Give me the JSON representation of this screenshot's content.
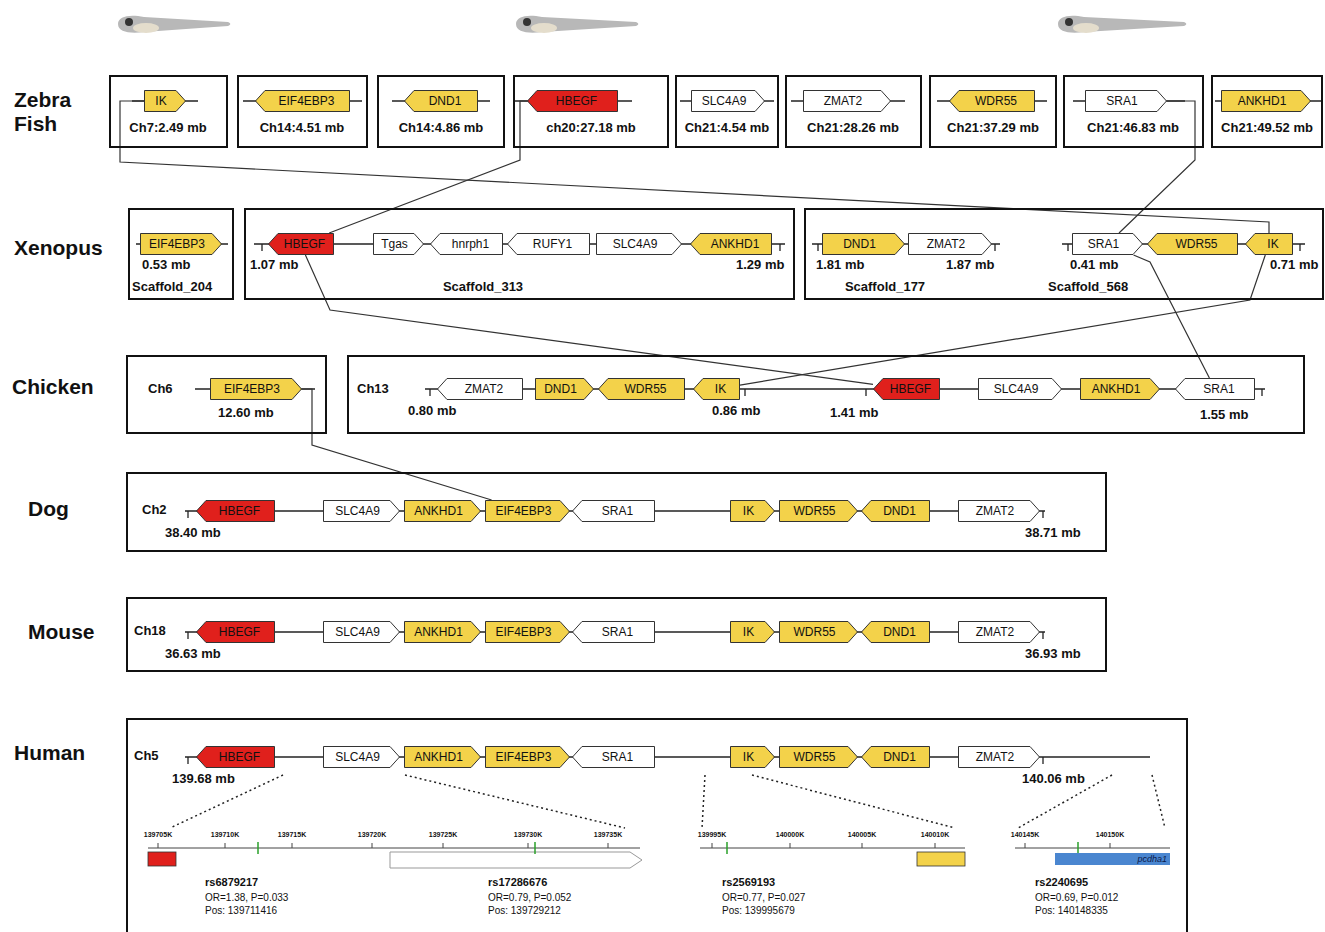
{
  "diagram": {
    "nodes": [
      {
        "text": [
          "Ch7:2.49 mb"
        ]
      },
      {
        "text": [
          "IK"
        ],
        "in": 0
      },
      {
        "text": [
          "Ch14:4.51 mb"
        ]
      },
      {
        "text": [
          "EIF4EBP3"
        ],
        "in": 2
      },
      {
        "text": [
          "Ch14:4.86 mb"
        ]
      },
      {
        "text": [
          "DND1"
        ],
        "in": 4
      },
      {
        "text": [
          "ch20:27.18 mb"
        ]
      },
      {
        "text": [
          "HBEGF"
        ],
        "in": 6
      },
      {
        "text": [
          "Ch21:4.54 mb"
        ]
      },
      {
        "text": [
          "SLC4A9"
        ],
        "in": 8
      },
      {
        "text": [
          "Ch21:28.26 mb"
        ]
      },
      {
        "text": [
          "ZMAT2"
        ],
        "in": 10
      },
      {
        "text": [
          "Ch21:37.29 mb"
        ]
      },
      {
        "text": [
          "WDR55"
        ],
        "in": 12
      },
      {
        "text": [
          "Ch21:46.83 mb"
        ]
      },
      {
        "text": [
          "SRA1"
        ],
        "in": 14
      },
      {
        "text": [
          "Ch21:49.52 mb"
        ]
      },
      {
        "text": [
          "ANKHD1"
        ],
        "in": 16
      },
      {
        "text": [
          "0.53 mb",
          "Scaffold_204"
        ]
      },
      {
        "text": [
          "EIF4EBP3"
        ],
        "in": 18
      },
      {
        "text": [
          "1.07 mb",
          "1.29 mb",
          "Scaffold_313"
        ]
      },
      {
        "text": [
          "HBEGF"
        ],
        "in": 20
      },
      {
        "text": [
          "Tgas"
        ],
        "in": 20
      },
      {
        "text": [
          "hnrph1"
        ],
        "in": 20
      },
      {
        "text": [
          "RUFY1"
        ],
        "in": 20
      },
      {
        "text": [
          "SLC4A9"
        ],
        "in": 20
      },
      {
        "text": [
          "ANKHD1"
        ],
        "in": 20
      },
      {
        "text": [
          "1.81 mb",
          "1.87 mb",
          "Scaffold_177",
          "0.41 mb",
          "0.71 mb",
          "Scaffold_568"
        ]
      },
      {
        "text": [
          "DND1"
        ],
        "in": 27
      },
      {
        "text": [
          "ZMAT2"
        ],
        "in": 27
      },
      {
        "text": [
          "SRA1"
        ],
        "in": 27
      },
      {
        "text": [
          "WDR55"
        ],
        "in": 27
      },
      {
        "text": [
          "IK"
        ],
        "in": 27
      },
      {
        "text": [
          "Ch6",
          "12.60 mb"
        ]
      },
      {
        "text": [
          "EIF4EBP3"
        ],
        "in": 33
      },
      {
        "text": [
          "Ch13",
          "0.80 mb",
          "0.86 mb",
          "1.41 mb",
          "1.55 mb"
        ]
      },
      {
        "text": [
          "ZMAT2"
        ],
        "in": 35
      },
      {
        "text": [
          "DND1"
        ],
        "in": 35
      },
      {
        "text": [
          "WDR55"
        ],
        "in": 35
      },
      {
        "text": [
          "IK"
        ],
        "in": 35
      },
      {
        "text": [
          "HBEGF"
        ],
        "in": 35
      },
      {
        "text": [
          "SLC4A9"
        ],
        "in": 35
      },
      {
        "text": [
          "ANKHD1"
        ],
        "in": 35
      },
      {
        "text": [
          "SRA1"
        ],
        "in": 35
      },
      {
        "text": [
          "Ch2",
          "38.40 mb",
          "38.71 mb"
        ]
      },
      {
        "text": [
          "HBEGF"
        ],
        "in": 44
      },
      {
        "text": [
          "SLC4A9"
        ],
        "in": 44
      },
      {
        "text": [
          "ANKHD1"
        ],
        "in": 44
      },
      {
        "text": [
          "EIF4EBP3"
        ],
        "in": 44
      },
      {
        "text": [
          "SRA1"
        ],
        "in": 44
      },
      {
        "text": [
          "IK"
        ],
        "in": 44
      },
      {
        "text": [
          "WDR55"
        ],
        "in": 44
      },
      {
        "text": [
          "DND1"
        ],
        "in": 44
      },
      {
        "text": [
          "ZMAT2"
        ],
        "in": 44
      },
      {
        "text": [
          "Ch18",
          "36.63 mb",
          "36.93 mb"
        ]
      },
      {
        "text": [
          "HBEGF"
        ],
        "in": 54
      },
      {
        "text": [
          "SLC4A9"
        ],
        "in": 54
      },
      {
        "text": [
          "ANKHD1"
        ],
        "in": 54
      },
      {
        "text": [
          "EIF4EBP3"
        ],
        "in": 54
      },
      {
        "text": [
          "SRA1"
        ],
        "in": 54
      },
      {
        "text": [
          "IK"
        ],
        "in": 54
      },
      {
        "text": [
          "WDR55"
        ],
        "in": 54
      },
      {
        "text": [
          "DND1"
        ],
        "in": 54
      },
      {
        "text": [
          "ZMAT2"
        ],
        "in": 54
      },
      {
        "text": [
          "Ch5",
          "139.68 mb",
          "140.06 mb"
        ]
      },
      {
        "text": [
          "HBEGF"
        ],
        "in": 64
      },
      {
        "text": [
          "SLC4A9"
        ],
        "in": 64
      },
      {
        "text": [
          "ANKHD1"
        ],
        "in": 64
      },
      {
        "text": [
          "EIF4EBP3"
        ],
        "in": 64
      },
      {
        "text": [
          "SRA1"
        ],
        "in": 64
      },
      {
        "text": [
          "IK"
        ],
        "in": 64
      },
      {
        "text": [
          "WDR55"
        ],
        "in": 64
      },
      {
        "text": [
          "DND1"
        ],
        "in": 64
      },
      {
        "text": [
          "ZMAT2"
        ],
        "in": 64
      },
      {
        "text": [
          "pcdha1"
        ],
        "in": 64
      }
    ],
    "edges": [
      {
        "from": 1,
        "to": 32,
        "arrow": "none"
      },
      {
        "from": 7,
        "to": 21,
        "arrow": "none"
      },
      {
        "from": 15,
        "to": 30,
        "arrow": "none"
      },
      {
        "from": 21,
        "to": 40,
        "arrow": "none"
      },
      {
        "from": 32,
        "to": 39,
        "arrow": "none"
      },
      {
        "from": 30,
        "to": 43,
        "arrow": "none"
      },
      {
        "from": 34,
        "to": 48,
        "arrow": "none"
      }
    ],
    "labels": [
      "Zebra Fish",
      "Xenopus",
      "Chicken",
      "Dog",
      "Mouse",
      "Human",
      "139705K",
      "139710K",
      "139715K",
      "139720K",
      "139725K",
      "139730K",
      "139735K",
      "rs6879217",
      "OR=1.38, P=0.033",
      "Pos: 139711416",
      "rs17286676",
      "OR=0.79, P=0.052",
      "Pos: 139729212",
      "139995K",
      "140000K",
      "140005K",
      "140010K",
      "rs2569193",
      "OR=0.77, P=0.027",
      "Pos: 139995679",
      "140145K",
      "140150K",
      "rs2240695",
      "OR=0.69, P=0.012",
      "Pos: 140148335"
    ]
  }
}
